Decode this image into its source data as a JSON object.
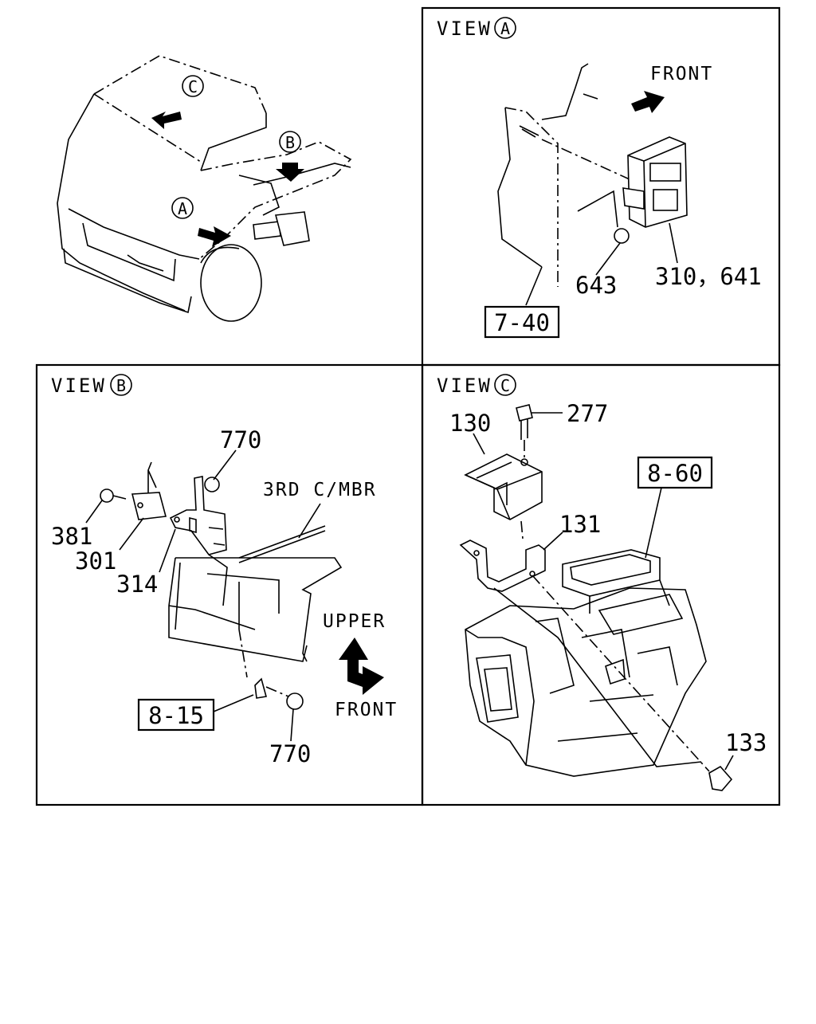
{
  "views": {
    "a": {
      "title": "VIEW",
      "marker": "A",
      "front": "FRONT"
    },
    "b": {
      "title": "VIEW",
      "marker": "B",
      "member": "3RD C/MBR",
      "upper": "UPPER",
      "front": "FRONT"
    },
    "c": {
      "title": "VIEW",
      "marker": "C"
    }
  },
  "overview_markers": {
    "a": "A",
    "b": "B",
    "c": "C"
  },
  "parts": {
    "p643": "643",
    "p310_641": "310，641",
    "p770_top": "770",
    "p381": "381",
    "p301": "301",
    "p314": "314",
    "p770_bottom": "770",
    "p130": "130",
    "p277": "277",
    "p131": "131",
    "p133": "133"
  },
  "references": {
    "r7_40": "7-40",
    "r8_15": "8-15",
    "r8_60": "8-60"
  }
}
